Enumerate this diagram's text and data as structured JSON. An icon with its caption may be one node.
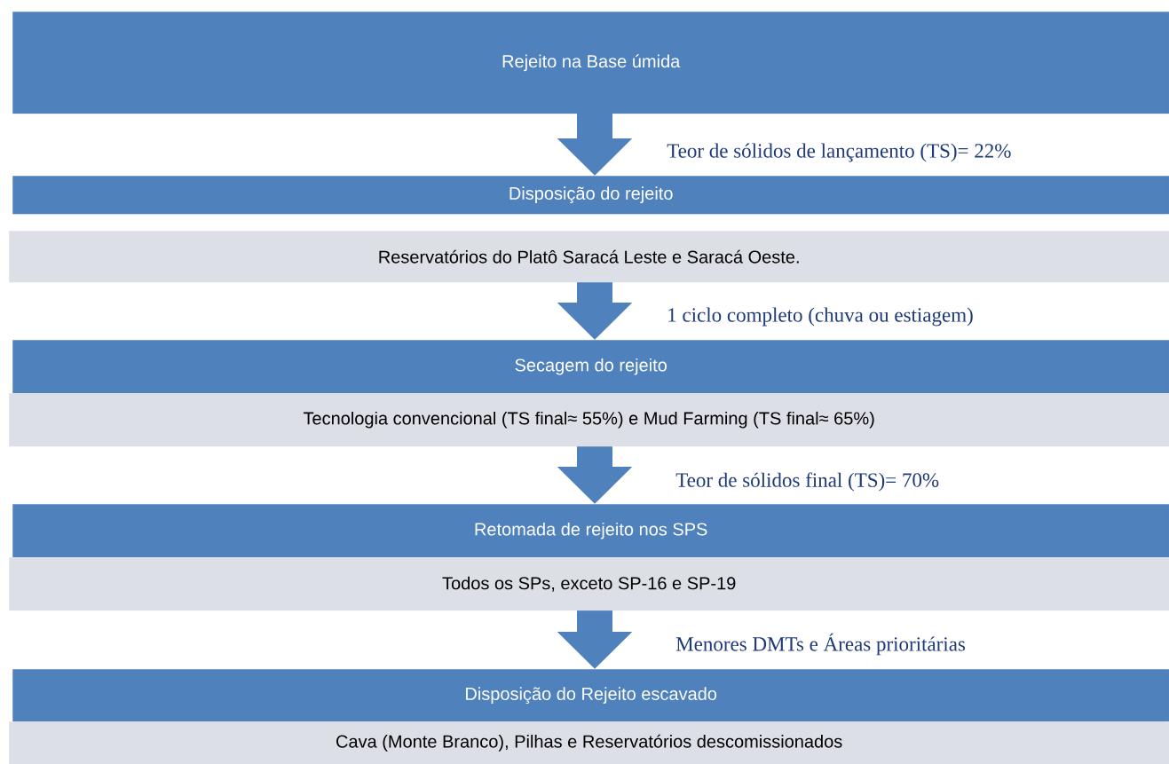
{
  "diagram": {
    "nodes": [
      {
        "text": [
          "Rejeito na Base úmida"
        ]
      },
      {
        "text": [
          "Disposição do rejeito"
        ]
      },
      {
        "text": [
          "Reservatórios do Platô Saracá Leste e Saracá Oeste."
        ]
      },
      {
        "text": [
          "Secagem do rejeito"
        ]
      },
      {
        "text": [
          "Tecnologia convencional (TS final≈ 55%)  e Mud Farming (TS final≈ 65%)"
        ]
      },
      {
        "text": [
          "Retomada de rejeito nos SPS"
        ]
      },
      {
        "text": [
          "Todos os SPs, exceto SP-16 e SP-19"
        ]
      },
      {
        "text": [
          "Disposição do Rejeito escavado"
        ]
      },
      {
        "text": [
          "Cava (Monte Branco), Pilhas e Reservatórios descomissionados"
        ]
      }
    ],
    "edges": [
      {
        "from": 0,
        "to": 1,
        "arrow": "to",
        "label": "Teor de sólidos de lançamento (TS)= 22%"
      },
      {
        "from": 2,
        "to": 3,
        "arrow": "to",
        "label": "1 ciclo completo (chuva ou estiagem)"
      },
      {
        "from": 4,
        "to": 5,
        "arrow": "to",
        "label": "Teor de sólidos final (TS)= 70%"
      },
      {
        "from": 6,
        "to": 7,
        "arrow": "to",
        "label": "Menores DMTs e Áreas prioritárias"
      }
    ]
  }
}
